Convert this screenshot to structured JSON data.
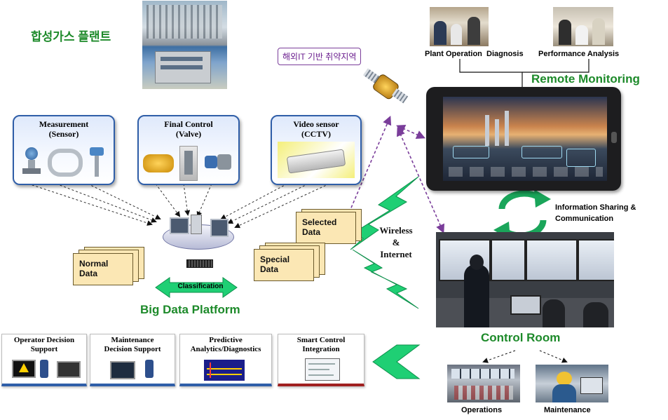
{
  "plant": {
    "title": "합성가스 플랜트"
  },
  "satellite": {
    "label": "해외IT 기반 취약지역"
  },
  "remote": {
    "plant_operation": "Plant Operation  Diagnosis",
    "performance": "Performance Analysis",
    "title": "Remote Monitoring"
  },
  "devices": {
    "measurement": "Measurement\n(Sensor)",
    "final_control": "Final Control\n(Valve)",
    "video_sensor": "Video sensor\n(CCTV)"
  },
  "data": {
    "selected": "Selected\nData",
    "normal": "Normal\nData",
    "special": "Special\nData",
    "classification": "Classification"
  },
  "platform": {
    "title": "Big Data Platform"
  },
  "wireless": {
    "label": "Wireless\n&\nInternet"
  },
  "info_sharing": {
    "label": "Information Sharing &\nCommunication"
  },
  "control_room": {
    "title": "Control Room",
    "operations": "Operations",
    "maintenance": "Maintenance"
  },
  "bottom": {
    "operator": "Operator Decision\nSupport",
    "maintenance": "Maintenance\nDecision Support",
    "predictive": "Predictive\nAnalytics/Diagnostics",
    "smart": "Smart Control\nIntegration"
  },
  "colors": {
    "green_title": "#1d8a2a",
    "arrow_green": "#19c26b",
    "box_border": "#2f5ea8",
    "dashed_purple": "#7a3d9a"
  }
}
